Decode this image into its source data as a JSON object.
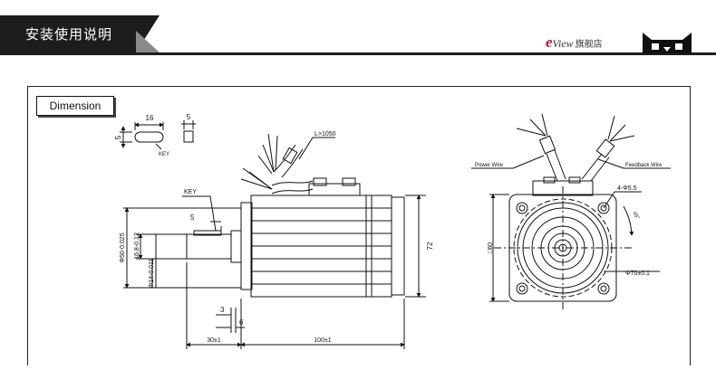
{
  "header": {
    "title": "安装使用说明"
  },
  "brand": {
    "logo_e": "e",
    "logo_word": "View",
    "shop_name": "旗舰店"
  },
  "section": {
    "label": "Dimension"
  },
  "key_detail": {
    "length": "16",
    "width": "5",
    "height": "5",
    "caption": "KEY"
  },
  "side_view": {
    "cable_length": "L>1050",
    "key_label": "KEY",
    "key_offset": "5",
    "shaft_dia_label": "Φ50-0.025",
    "shaft_height_label": "16.8-0.12",
    "shaft_small_label": "Φ14-0.011",
    "flange_thickness": "3",
    "shoulder_width": "6",
    "shaft_length": "30±1",
    "body_length": "100±1",
    "body_height": "72"
  },
  "end_view": {
    "power_wire": "Power Wire",
    "feedback_wire": "Feedback Wire",
    "hole_spec": "4-Φ5.5",
    "pcd_label": "Φ70±0.1",
    "square_label": "□60",
    "angle_label": "45°"
  },
  "colors": {
    "header_bg": "#1d1d1d",
    "brand_red": "#c8102e",
    "line": "#222222"
  }
}
